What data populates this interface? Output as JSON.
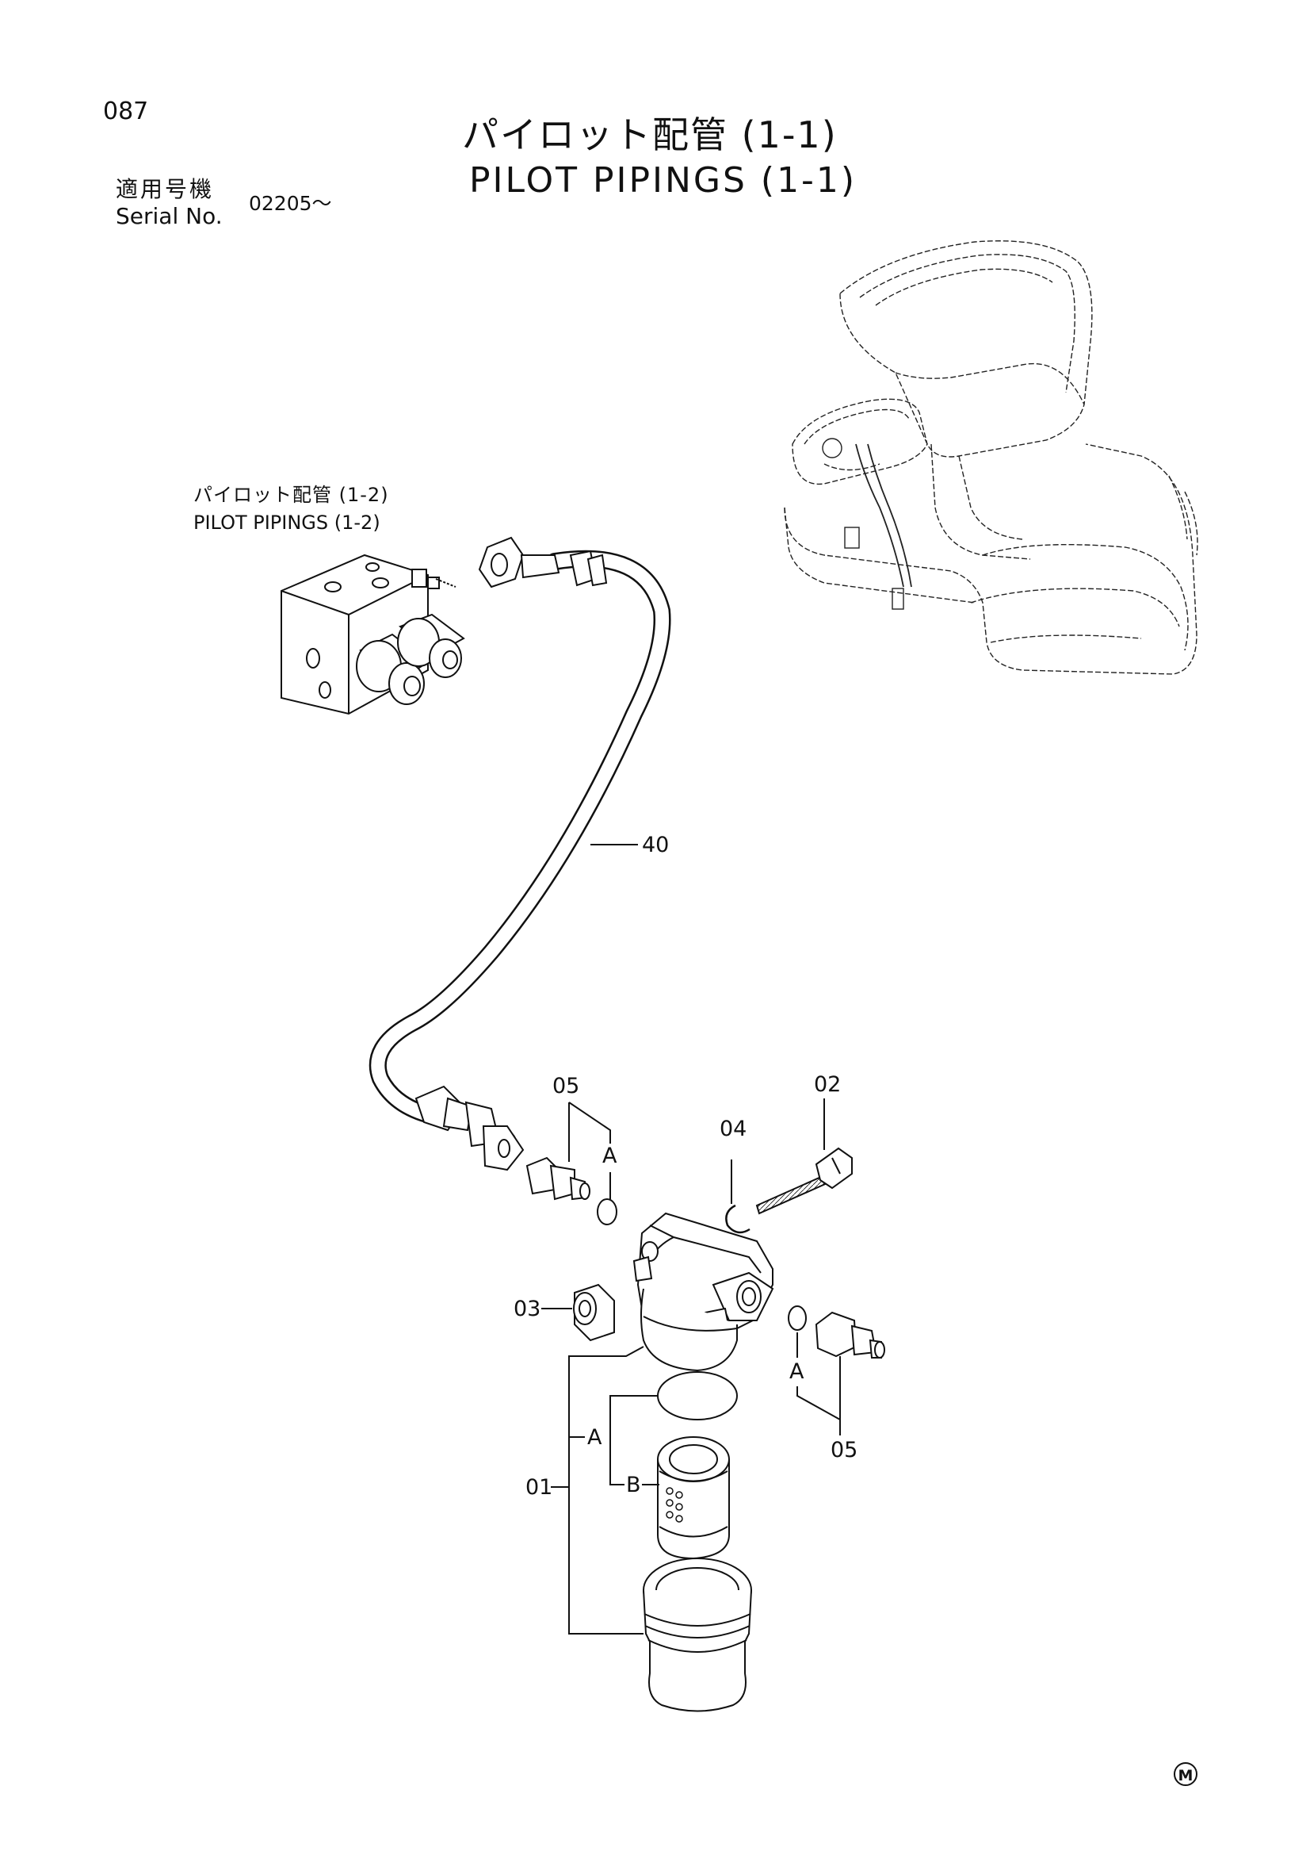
{
  "page": {
    "number": "087",
    "title_jp": "パイロット配管 (1-1)",
    "title_en": "PILOT PIPINGS (1-1)"
  },
  "serial": {
    "label_jp": "適用号機",
    "label_en": "Serial No.",
    "value": "02205～"
  },
  "reference": {
    "label_jp": "パイロット配管 (1-2)",
    "label_en": "PILOT PIPINGS (1-2)"
  },
  "callouts": {
    "c40": "40",
    "c05_top": "05",
    "c05_bottom": "05",
    "c04": "04",
    "c02": "02",
    "c03": "03",
    "c01": "01",
    "a_top": "A",
    "a_right": "A",
    "a_filter": "A",
    "b_filter": "B"
  },
  "mark": "M"
}
